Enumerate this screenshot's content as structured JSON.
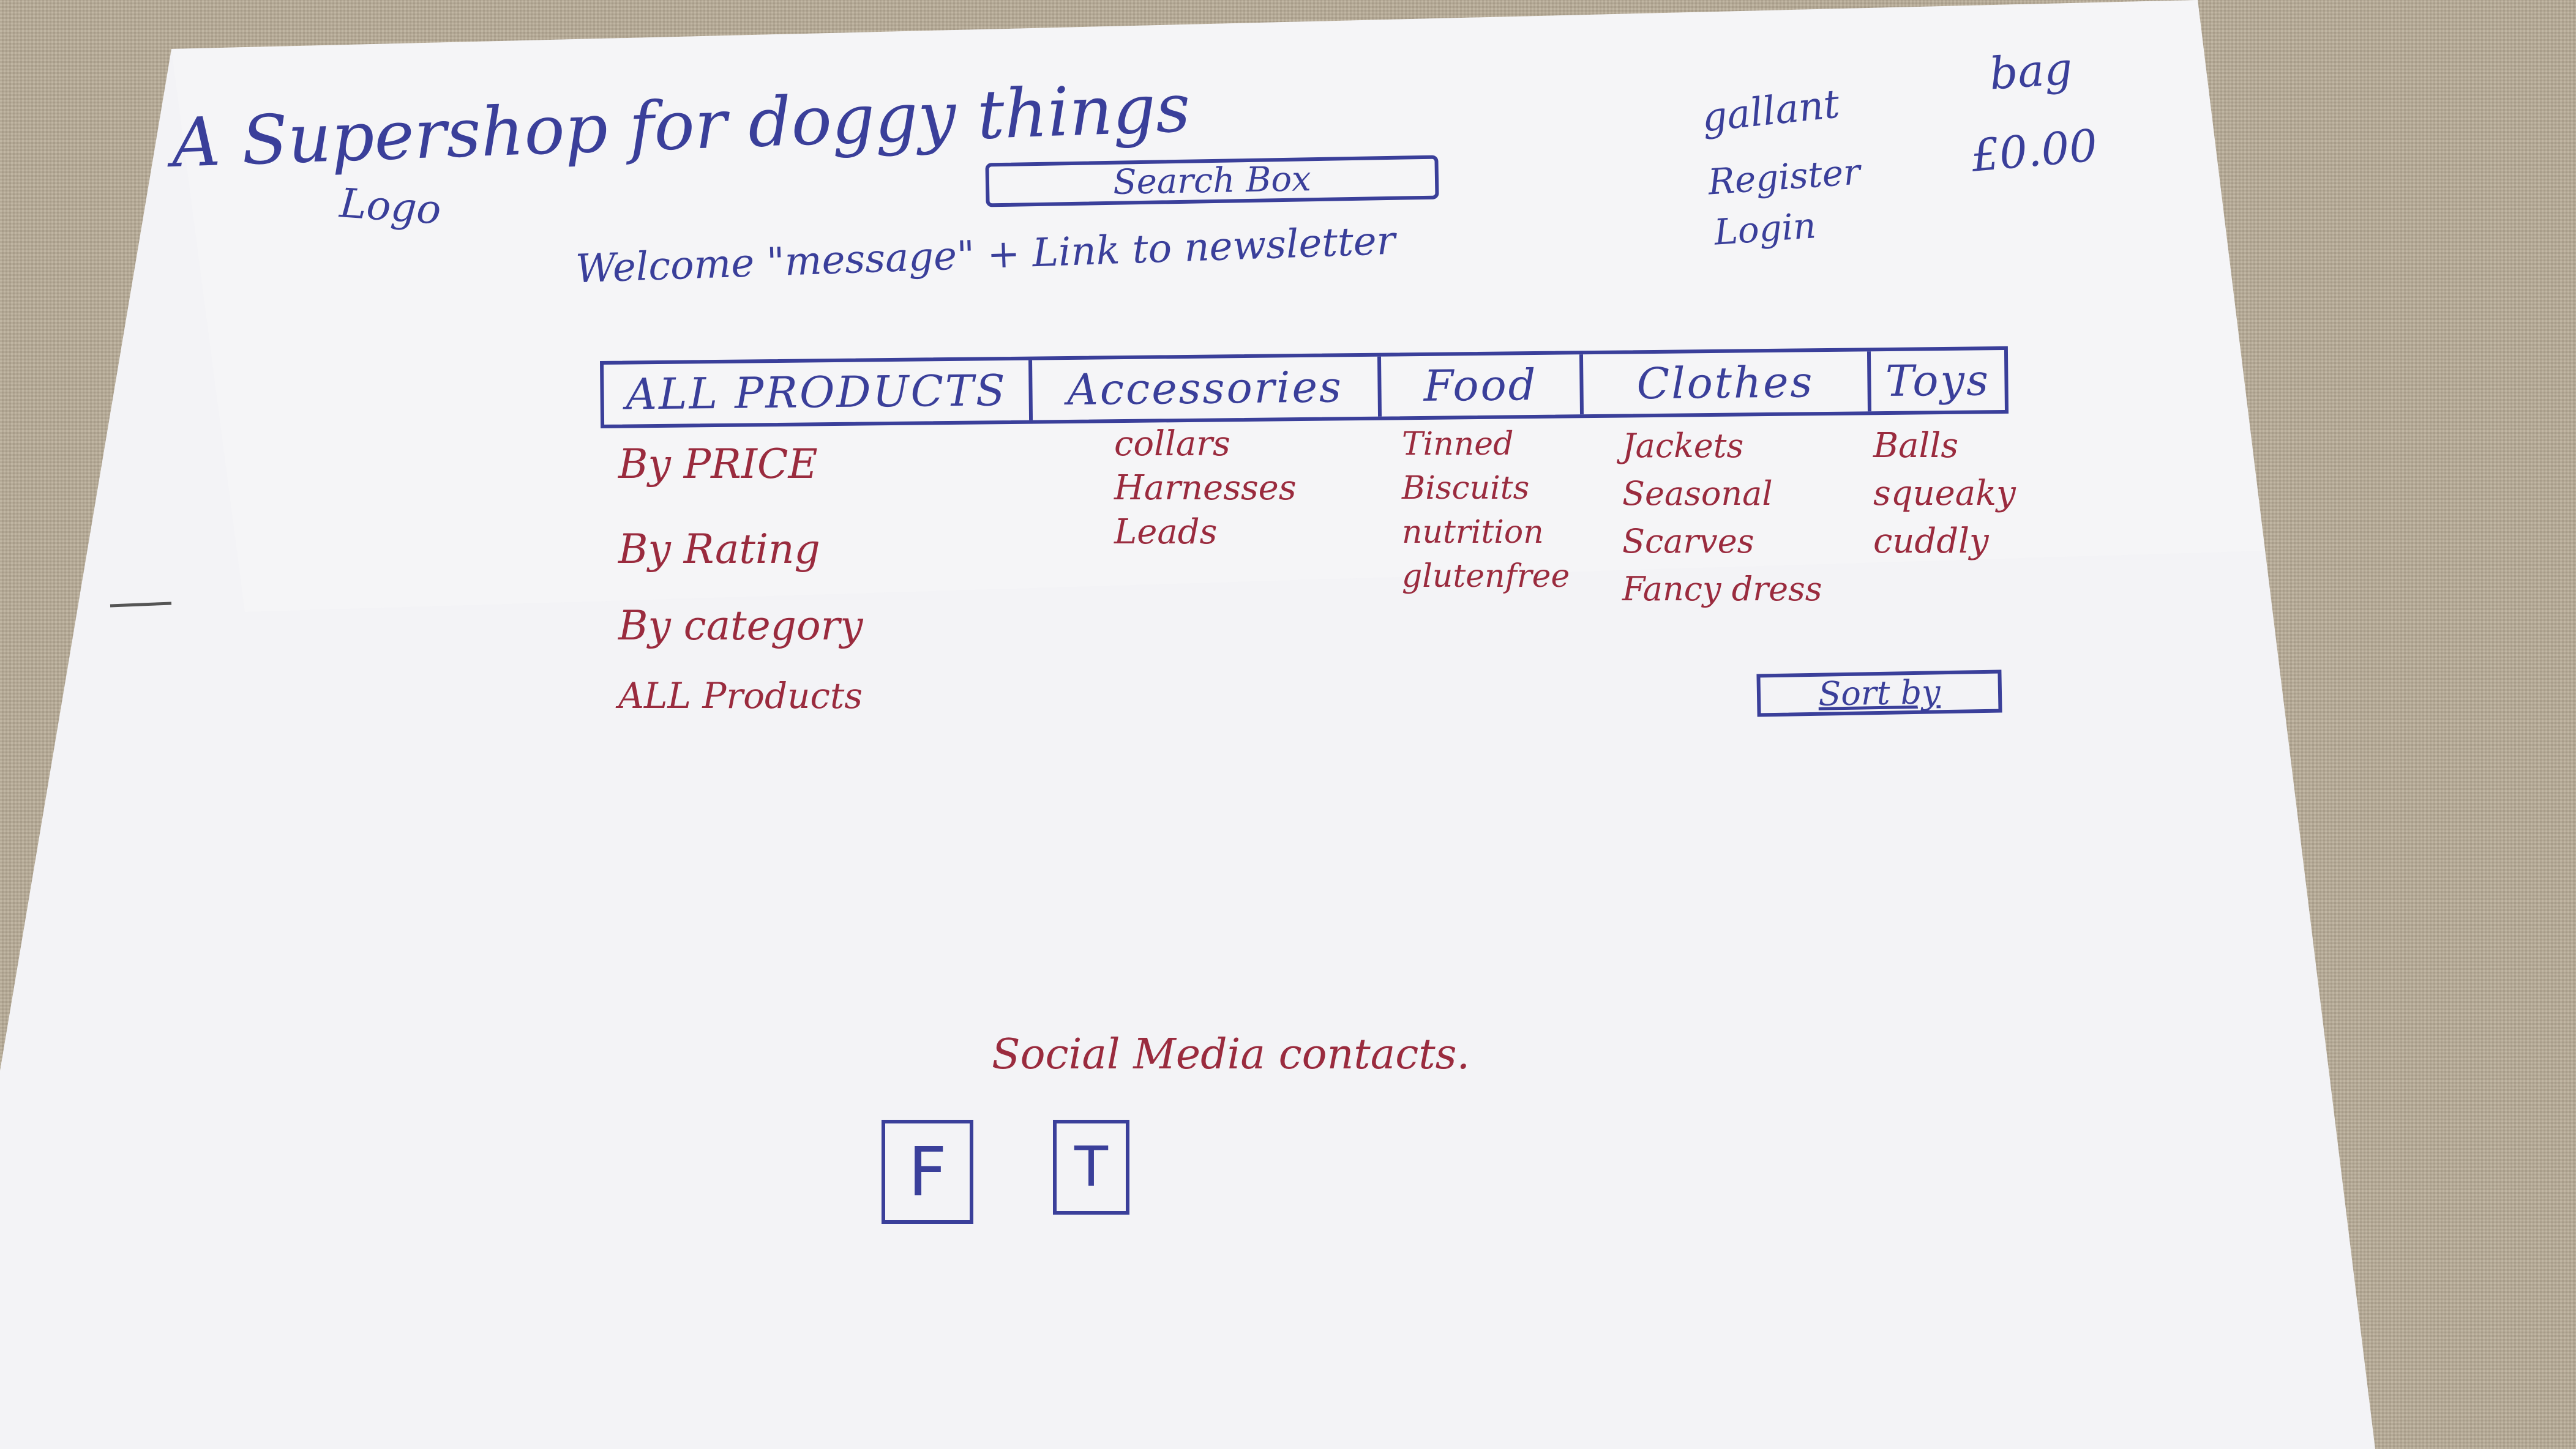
{
  "header": {
    "site_title": "A Supershop for doggy things",
    "logo_label": "Logo",
    "search_label": "Search Box",
    "welcome_text": "Welcome \"message\" + Link to newsletter"
  },
  "account": {
    "name": "gallant",
    "register": "Register",
    "login": "Login"
  },
  "bag": {
    "label": "bag",
    "total": "£0.00"
  },
  "nav": {
    "tabs": [
      {
        "label": "ALL PRODUCTS"
      },
      {
        "label": "Accessories"
      },
      {
        "label": "Food"
      },
      {
        "label": "Clothes"
      },
      {
        "label": "Toys"
      }
    ]
  },
  "menus": {
    "all_products": [
      "By PRICE",
      "By Rating",
      "By category",
      "ALL Products"
    ],
    "accessories": [
      "collars",
      "Harnesses",
      "Leads"
    ],
    "food": [
      "Tinned",
      "Biscuits",
      "nutrition",
      "glutenfree"
    ],
    "clothes": [
      "Jackets",
      "Seasonal",
      "Scarves",
      "Fancy dress"
    ],
    "toys": [
      "Balls",
      "squeaky",
      "cuddly"
    ]
  },
  "sort": {
    "label": "Sort by"
  },
  "footer": {
    "social_heading": "Social Media contacts.",
    "facebook_letter": "F",
    "twitter_letter": "T"
  },
  "colors": {
    "ink_blue": "#3a3f9a",
    "ink_red": "#9a2b3e",
    "paper": "#f4f4f6",
    "fabric": "#b9ad98"
  }
}
